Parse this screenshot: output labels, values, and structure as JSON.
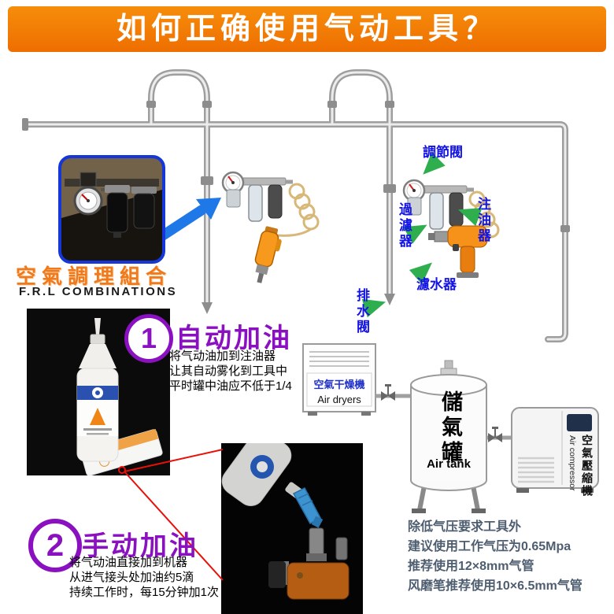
{
  "header": {
    "title": "如何正确使用气动工具？"
  },
  "frl_photo_label": {
    "cn": "空氣調理組合",
    "en": "F.R.L COMBINATIONS"
  },
  "diagram_labels": {
    "regulator_valve": "調節閥",
    "filter": "過濾器",
    "oiler": "注油器",
    "water_filter": "濾水器",
    "drain_valve": "排水閥"
  },
  "equipment": {
    "dryer": {
      "cn": "空氣干燥機",
      "en": "Air dryers"
    },
    "tank": {
      "cn": "儲氣罐",
      "en": "Air tank"
    },
    "compressor": {
      "cn": "空氣壓縮機",
      "en": "Air compressor"
    }
  },
  "steps": [
    {
      "number": "1",
      "title": "自动加油",
      "lines": [
        "将气动油加到注油器",
        "让其自动雾化到工具中",
        "平时罐中油应不低于1/4"
      ]
    },
    {
      "number": "2",
      "title": "手动加油",
      "lines": [
        "将气动油直接加到机器",
        "从进气接头处加油约5滴",
        "持续工作时，每15分钟加1次"
      ]
    }
  ],
  "notes": [
    "除低气压要求工具外",
    "建议使用工作气压为0.65Mpa",
    "推荐使用12×8mm气管",
    "风磨笔推荐使用10×6.5mm气管"
  ],
  "colors": {
    "accent_orange": "#ee6e00",
    "purple": "#8a10c0",
    "label_blue": "#1414e6",
    "arrow_green": "#2fae4e",
    "callout_red": "#e81008",
    "note_gray": "#4e5e70",
    "frl_border_blue": "#1536d8"
  }
}
